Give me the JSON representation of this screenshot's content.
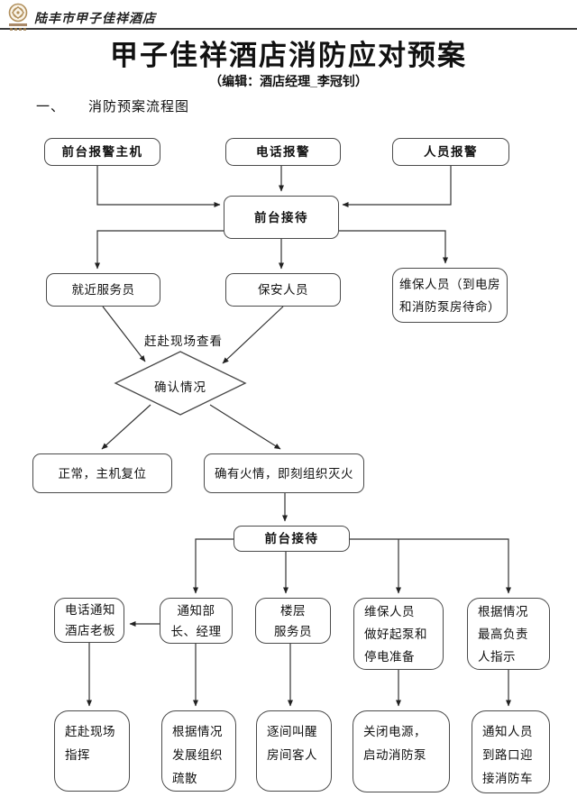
{
  "page": {
    "header": {
      "brand": "陆丰市甲子佳祥酒店"
    },
    "title": "甲子佳祥酒店消防应对预案",
    "subtitle": "（编辑：酒店经理_李冠钊）",
    "section_no": "一、",
    "section_title": "消防预案流程图"
  },
  "flowchart": {
    "accent_border_color": "#4a4a4a",
    "line_color": "#333333",
    "logo_color": "#b08e5a",
    "nodes": {
      "front_desk_alarm_host": "前台报警主机",
      "phone_alarm": "电话报警",
      "person_alarm": "人员报警",
      "front_desk_reception_1": "前台接待",
      "nearby_attendant": "就近服务员",
      "security_staff": "保安人员",
      "maintenance_standby": "维保人员（到电房\n和消防泵房待命）",
      "go_to_scene_label": "赶赴现场查看",
      "confirm_situation": "确认情况",
      "normal_reset": "正常，主机复位",
      "fire_confirmed": "确有火情，即刻组织灭火",
      "front_desk_reception_2": "前台接待",
      "phone_notify_boss": "电话通知\n酒店老板",
      "notify_managers": "通知部\n长、经理",
      "floor_attendant": "楼层\n服务员",
      "maintenance_pump_prep": "维保人员\n做好起泵和\n停电准备",
      "follow_top_leader": "根据情况\n最高负责\n人指示",
      "scene_command": "赶赴现场\n指挥",
      "organize_evacuation": "根据情况\n发展组织\n疏散",
      "wake_guests": "逐间叫醒\n房间客人",
      "power_off_pump_on": "关闭电源，\n启动消防泵",
      "meet_fire_truck": "通知人员\n到路口迎\n接消防车"
    }
  }
}
